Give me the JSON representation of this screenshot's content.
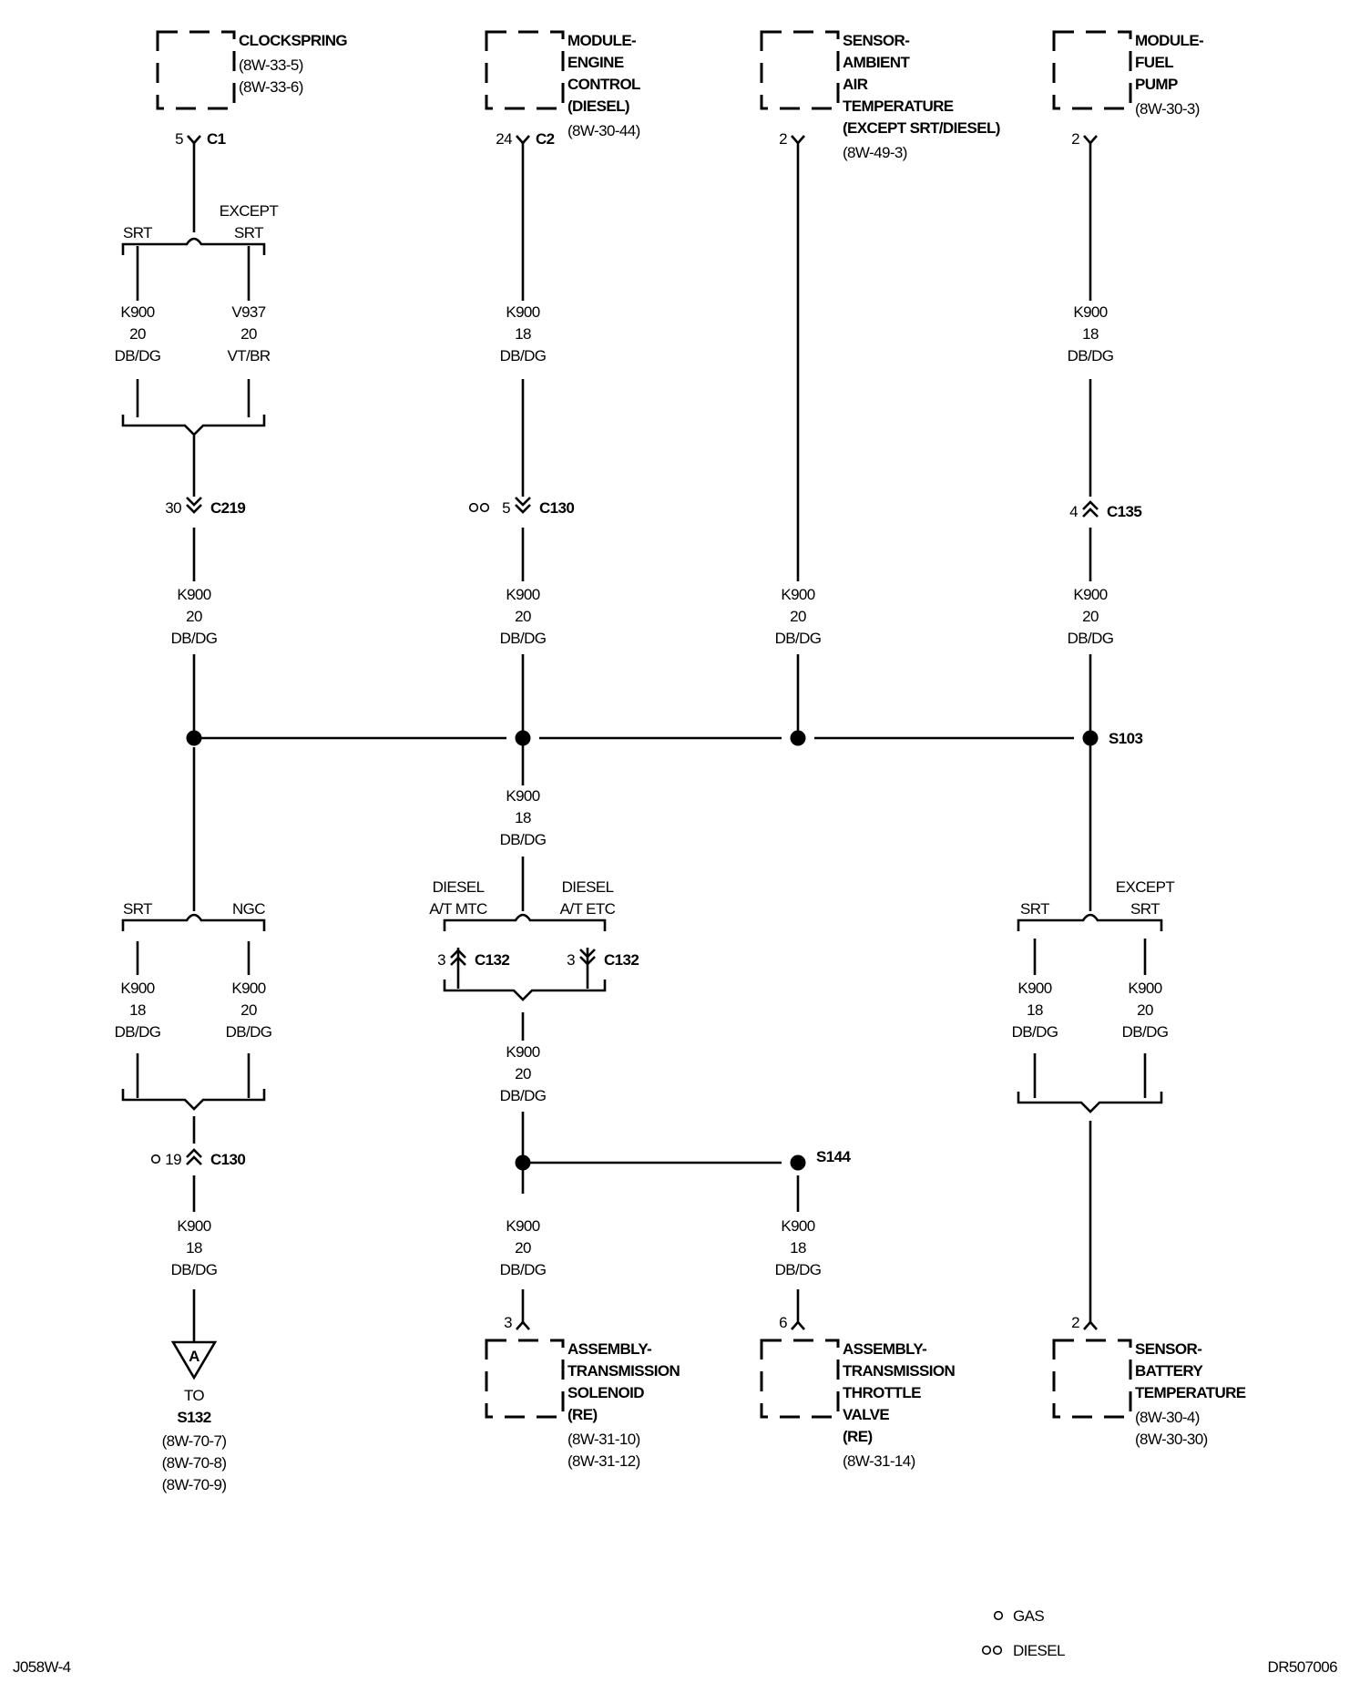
{
  "components": {
    "clockspring": {
      "name": [
        "CLOCKSPRING"
      ],
      "refs": [
        "(8W-33-5)",
        "(8W-33-6)"
      ],
      "pin": "5",
      "connector": "C1"
    },
    "ecm": {
      "name": [
        "MODULE-",
        "ENGINE",
        "CONTROL",
        "(DIESEL)"
      ],
      "refs": [
        "(8W-30-44)"
      ],
      "pin": "24",
      "connector": "C2"
    },
    "ambient_sensor": {
      "name": [
        "SENSOR-",
        "AMBIENT",
        "AIR",
        "TEMPERATURE",
        "(EXCEPT SRT/DIESEL)"
      ],
      "refs": [
        "(8W-49-3)"
      ],
      "pin": "2"
    },
    "fuel_pump_module": {
      "name": [
        "MODULE-",
        "FUEL",
        "PUMP"
      ],
      "refs": [
        "(8W-30-3)"
      ],
      "pin": "2"
    },
    "trans_solenoid": {
      "name": [
        "ASSEMBLY-",
        "TRANSMISSION",
        "SOLENOID",
        "(RE)"
      ],
      "refs": [
        "(8W-31-10)",
        "(8W-31-12)"
      ],
      "pin": "3"
    },
    "throttle_valve": {
      "name": [
        "ASSEMBLY-",
        "TRANSMISSION",
        "THROTTLE",
        "VALVE",
        "(RE)"
      ],
      "refs": [
        "(8W-31-14)"
      ],
      "pin": "6"
    },
    "battery_temp_sensor": {
      "name": [
        "SENSOR-",
        "BATTERY",
        "TEMPERATURE"
      ],
      "refs": [
        "(8W-30-4)",
        "(8W-30-30)"
      ],
      "pin": "2"
    }
  },
  "wires": {
    "cs_srt": [
      "K900",
      "20",
      "DB/DG"
    ],
    "cs_except": [
      "V937",
      "20",
      "VT/BR"
    ],
    "ecm_top": [
      "K900",
      "18",
      "DB/DG"
    ],
    "fp_top": [
      "K900",
      "18",
      "DB/DG"
    ],
    "left_mid": [
      "K900",
      "20",
      "DB/DG"
    ],
    "ecm_mid": [
      "K900",
      "20",
      "DB/DG"
    ],
    "amb_mid": [
      "K900",
      "20",
      "DB/DG"
    ],
    "fp_mid": [
      "K900",
      "20",
      "DB/DG"
    ],
    "center_below": [
      "K900",
      "18",
      "DB/DG"
    ],
    "left_srt": [
      "K900",
      "18",
      "DB/DG"
    ],
    "left_ngc": [
      "K900",
      "20",
      "DB/DG"
    ],
    "center_low": [
      "K900",
      "20",
      "DB/DG"
    ],
    "right_srt": [
      "K900",
      "18",
      "DB/DG"
    ],
    "right_except": [
      "K900",
      "20",
      "DB/DG"
    ],
    "left_bottom": [
      "K900",
      "18",
      "DB/DG"
    ],
    "sol_bottom": [
      "K900",
      "20",
      "DB/DG"
    ],
    "tv_bottom": [
      "K900",
      "18",
      "DB/DG"
    ]
  },
  "options": {
    "cs_left": [
      "SRT"
    ],
    "cs_right": [
      "EXCEPT",
      "SRT"
    ],
    "left_srt": [
      "SRT"
    ],
    "left_ngc": [
      "NGC"
    ],
    "c_left": [
      "DIESEL",
      "A/T MTC"
    ],
    "c_right": [
      "DIESEL",
      "A/T ETC"
    ],
    "r_srt": [
      "SRT"
    ],
    "r_except": [
      "EXCEPT",
      "SRT"
    ]
  },
  "connectors": {
    "c219": {
      "pin": "30",
      "name": "C219",
      "marker": ""
    },
    "c130_top": {
      "pin": "5",
      "name": "C130",
      "marker": "oo"
    },
    "c135": {
      "pin": "4",
      "name": "C135",
      "marker": ""
    },
    "c132_left": {
      "pin": "3",
      "name": "C132"
    },
    "c132_right": {
      "pin": "3",
      "name": "C132"
    },
    "c130_bottom": {
      "pin": "19",
      "name": "C130",
      "marker": "o"
    }
  },
  "splices": {
    "s103": "S103",
    "s144": "S144"
  },
  "offpage": {
    "letter": "A",
    "to": "TO",
    "target": "S132",
    "refs": [
      "(8W-70-7)",
      "(8W-70-8)",
      "(8W-70-9)"
    ]
  },
  "legend": [
    {
      "symbol": "o",
      "label": "GAS"
    },
    {
      "symbol": "oo",
      "label": "DIESEL"
    }
  ],
  "footer": {
    "left": "J058W-4",
    "right": "DR507006"
  }
}
